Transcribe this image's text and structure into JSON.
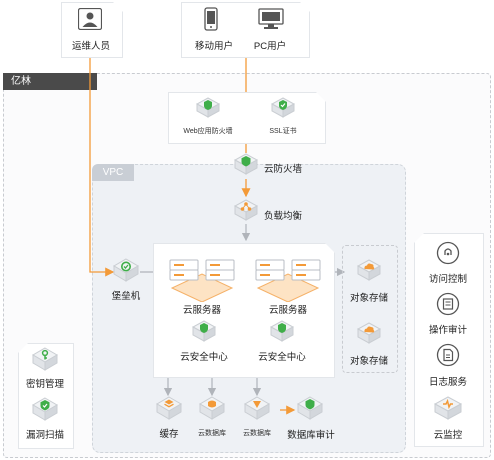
{
  "users": {
    "ops": "运维人员",
    "mobile": "移动用户",
    "pc": "PC用户"
  },
  "region": {
    "name": "亿林",
    "vpc": "VPC"
  },
  "edge": {
    "waf": "Web应用防火墙",
    "ssl": "SSL证书"
  },
  "network": {
    "firewall": "云防火墙",
    "lb": "负载均衡",
    "bastion": "堡垒机"
  },
  "compute": {
    "server_left": "云服务器",
    "server_right": "云服务器",
    "sec_left": "云安全中心",
    "sec_right": "云安全中心"
  },
  "storage": {
    "oss1": "对象存储",
    "oss2": "对象存储"
  },
  "data": {
    "cache": "缓存",
    "db1": "云数据库",
    "db2": "云数据库",
    "audit": "数据库审计"
  },
  "left_tools": {
    "kms": "密钥管理",
    "scan": "漏洞扫描"
  },
  "right_tools": {
    "access": "访问控制",
    "opaudit": "操作审计",
    "log": "日志服务",
    "monitor": "云监控"
  },
  "colors": {
    "green": "#3fae49",
    "orange": "#f39a38",
    "region_bar": "#4a4a4a",
    "vpc_bg": "#eef1f5",
    "connector": "#b0b4ba"
  }
}
